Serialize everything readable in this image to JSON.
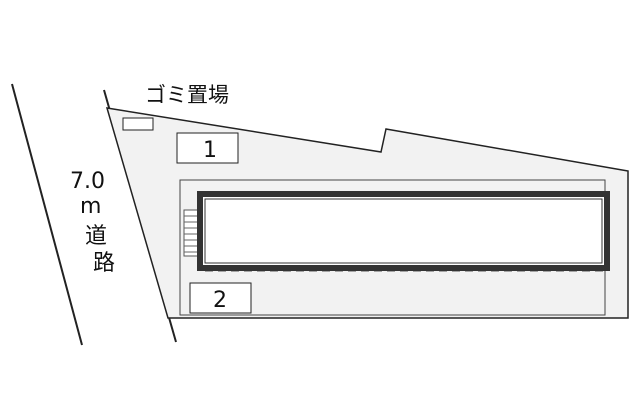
{
  "site_plan": {
    "road": {
      "width_label": "7.0",
      "unit_label": "m",
      "name_char_1": "道",
      "name_char_2": "路"
    },
    "garbage_area_label": "ゴミ置場",
    "parking_spaces": [
      {
        "number": "1"
      },
      {
        "number": "2"
      }
    ],
    "colors": {
      "lot_fill": "#f2f2f2",
      "outline": "#222222",
      "building_wall": "#333333",
      "building_fill": "#ffffff"
    }
  }
}
